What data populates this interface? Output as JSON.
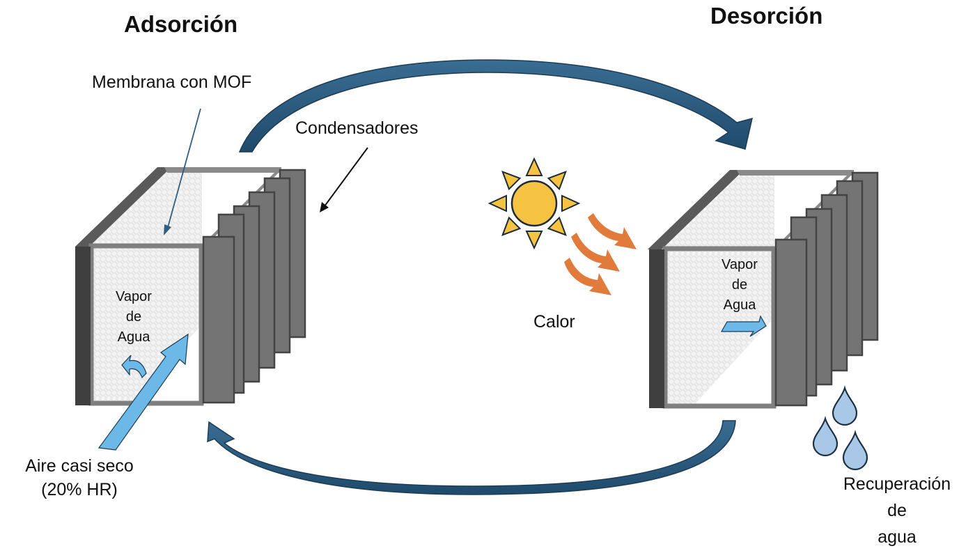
{
  "titles": {
    "adsorption": "Adsorción",
    "desorption": "Desorción"
  },
  "labels": {
    "membrane": "Membrana con MOF",
    "condensers": "Condensadores",
    "heat": "Calor",
    "left_vapor": [
      "Vapor",
      "de",
      "Agua"
    ],
    "right_vapor": [
      "Vapor",
      "de",
      "Agua"
    ],
    "dry_air": [
      "Aire casi seco",
      "(20% HR)"
    ],
    "water_recovery": [
      "Recuperación",
      "de",
      "agua"
    ]
  },
  "icons": {
    "sun": "sun-icon",
    "heat_waves": "heat-wave-arrows-icon",
    "water_drops": "water-drop-icon",
    "cycle_arrows": "curved-arrow-icon"
  },
  "colors": {
    "cycle_arrow": "#2e5e80",
    "flow_arrow": "#6cb8e6",
    "heat_arrow": "#e07b3c",
    "sun": "#f5c242",
    "drop": "#a9c8e8",
    "frame": "#7f7f7f",
    "plate": "#747474",
    "dark_side": "#3f3f3f"
  }
}
